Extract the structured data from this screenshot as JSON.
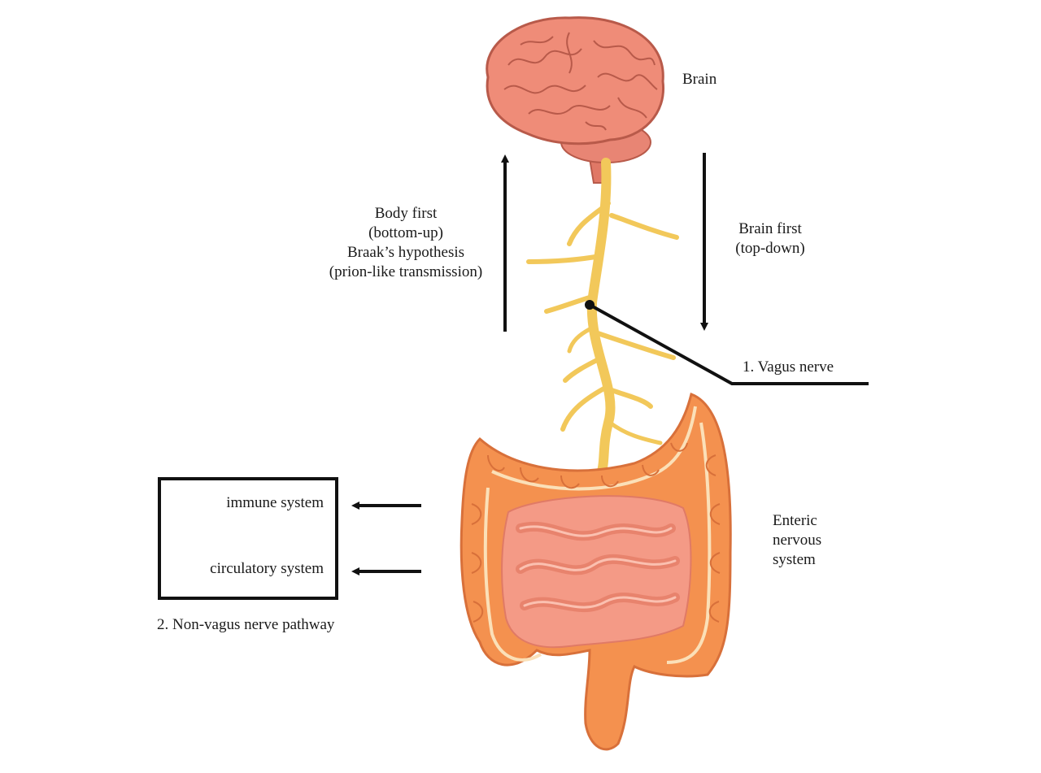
{
  "labels": {
    "brain": "Brain",
    "body_first": [
      "Body first",
      "(bottom-up)",
      "Braak’s hypothesis",
      "(prion-like transmission)"
    ],
    "brain_first": [
      "Brain first",
      "(top-down)"
    ],
    "vagus_nerve": "1. Vagus nerve",
    "immune_system": "immune system",
    "circulatory_system": "circulatory system",
    "non_vagus_pathway": "2.  Non-vagus nerve pathway",
    "enteric": [
      "Enteric",
      "nervous",
      "system"
    ]
  },
  "colors": {
    "brain": "#ef8c78",
    "brain_outline": "#b85a4a",
    "nerve": "#f2c85a",
    "colon": "#f4914f",
    "small_intestine": "#f49a86",
    "text": "#1a1a1a"
  }
}
